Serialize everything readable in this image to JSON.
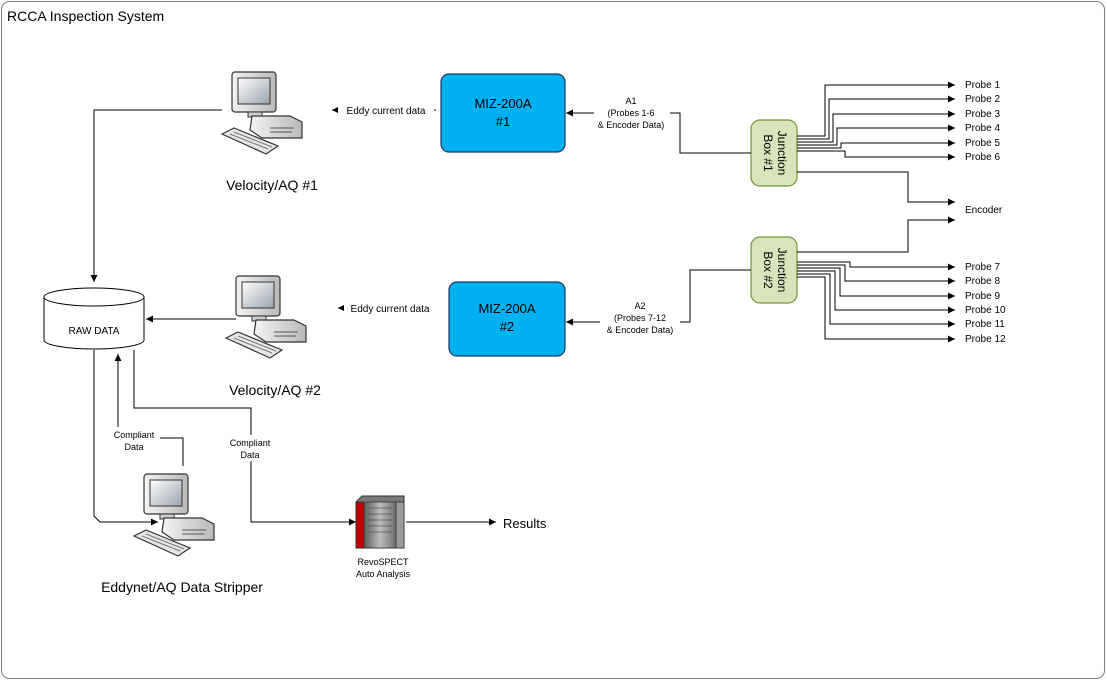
{
  "title": "RCCA Inspection System",
  "workstations": {
    "aq1": "Velocity/AQ #1",
    "aq2": "Velocity/AQ #2",
    "stripper": "Eddynet/AQ Data Stripper"
  },
  "miz1": {
    "line1": "MIZ-200A",
    "line2": "#1"
  },
  "miz2": {
    "line1": "MIZ-200A",
    "line2": "#2"
  },
  "junction1": {
    "line1": "Junction",
    "line2": "Box #1"
  },
  "junction2": {
    "line1": "Junction",
    "line2": "Box #2"
  },
  "connections": {
    "eddy1": "Eddy current data",
    "eddy2": "Eddy current data",
    "a1": {
      "line1": "A1",
      "line2": "(Probes 1-6",
      "line3": "& Encoder Data)"
    },
    "a2": {
      "line1": "A2",
      "line2": "(Probes 7-12",
      "line3": "& Encoder Data)"
    },
    "compliant_left": {
      "line1": "Compliant",
      "line2": "Data"
    },
    "compliant_right": {
      "line1": "Compliant",
      "line2": "Data"
    }
  },
  "raw_data": "RAW DATA",
  "revospect": {
    "line1": "RevoSPECT",
    "line2": "Auto Analysis"
  },
  "results": "Results",
  "encoder": "Encoder",
  "probes_group1": [
    "Probe 1",
    "Probe 2",
    "Probe 3",
    "Probe 4",
    "Probe 5",
    "Probe 6"
  ],
  "probes_group2": [
    "Probe 7",
    "Probe 8",
    "Probe 9",
    "Probe 10",
    "Probe 11",
    "Probe 12"
  ],
  "colors": {
    "miz_fill": "#00b0f0",
    "junction_fill": "#d8e4bc",
    "junction_stroke": "#76923c",
    "frame": "#7f7f7f"
  }
}
